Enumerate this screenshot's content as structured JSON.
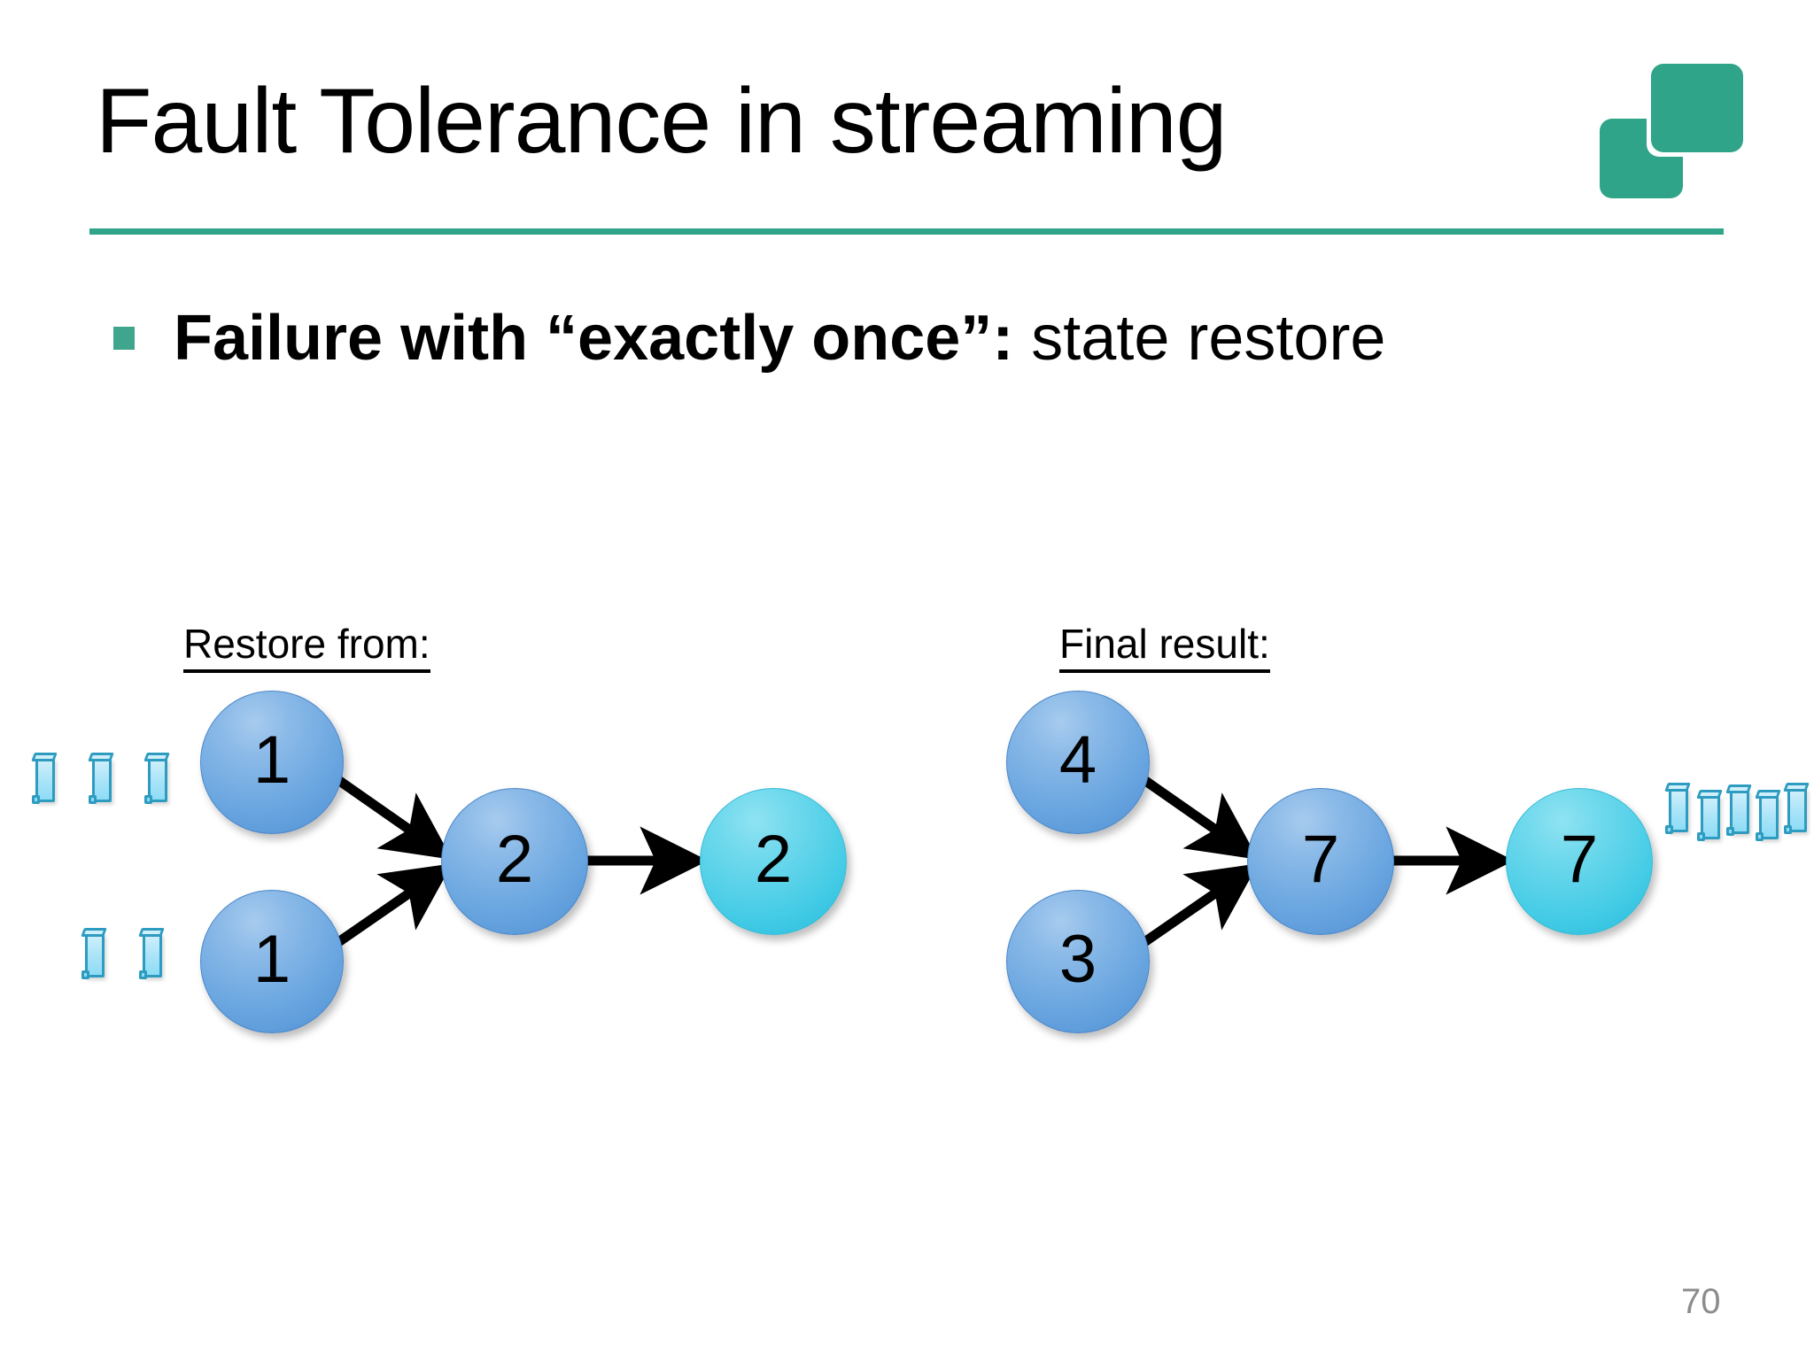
{
  "slide": {
    "title": "Fault Tolerance in streaming",
    "page_number": "70",
    "rule_color": "#2FA488",
    "logo": {
      "name": "overlapping-squares-logo",
      "color": "#2FA488"
    }
  },
  "bullet": {
    "marker_color": "#3FA58C",
    "bold_part": "Failure with “exactly once”:",
    "normal_part": " state restore"
  },
  "diagrams": [
    {
      "id": "restore-from",
      "label": "Restore from:",
      "input_records": 5,
      "output_records": 0,
      "nodes": [
        {
          "id": "src-top",
          "value": "1",
          "color": "blue"
        },
        {
          "id": "src-bot",
          "value": "1",
          "color": "blue"
        },
        {
          "id": "agg",
          "value": "2",
          "color": "blue"
        },
        {
          "id": "sink",
          "value": "2",
          "color": "cyan"
        }
      ],
      "edges": [
        {
          "from": "src-top",
          "to": "agg"
        },
        {
          "from": "src-bot",
          "to": "agg"
        },
        {
          "from": "agg",
          "to": "sink"
        }
      ]
    },
    {
      "id": "final-result",
      "label": "Final result:",
      "input_records": 0,
      "output_records": 5,
      "nodes": [
        {
          "id": "src-top",
          "value": "4",
          "color": "blue"
        },
        {
          "id": "src-bot",
          "value": "3",
          "color": "blue"
        },
        {
          "id": "agg",
          "value": "7",
          "color": "blue"
        },
        {
          "id": "sink",
          "value": "7",
          "color": "cyan"
        }
      ],
      "edges": [
        {
          "from": "src-top",
          "to": "agg"
        },
        {
          "from": "src-bot",
          "to": "agg"
        },
        {
          "from": "agg",
          "to": "sink"
        }
      ]
    }
  ]
}
